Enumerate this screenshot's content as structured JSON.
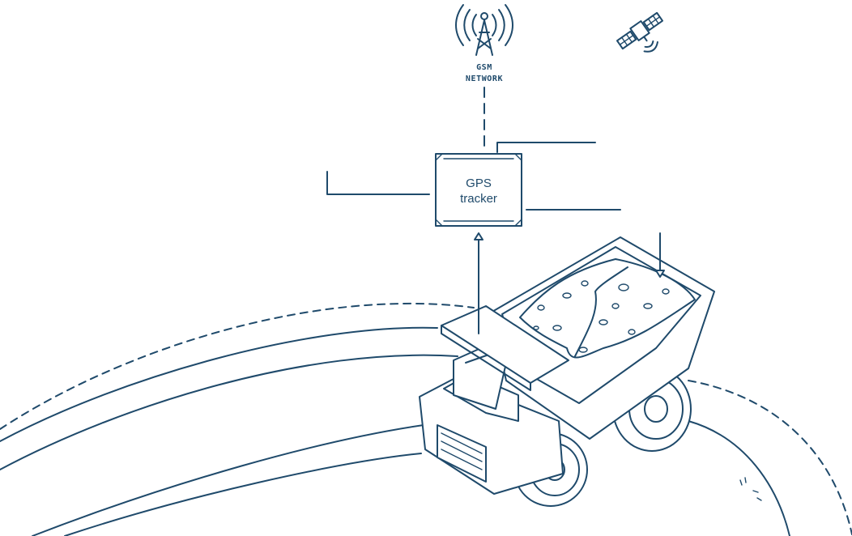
{
  "gsm_tower": {
    "label_line1": "GSM",
    "label_line2": "NETWORK"
  },
  "tracker": {
    "label_line1": "GPS",
    "label_line2": "tracker"
  },
  "icons": {
    "tower": "gsm-tower-icon",
    "satellite": "satellite-icon",
    "truck": "mining-dump-truck-icon"
  },
  "colors": {
    "ink": "#1f4a6b",
    "background": "#ffffff"
  }
}
